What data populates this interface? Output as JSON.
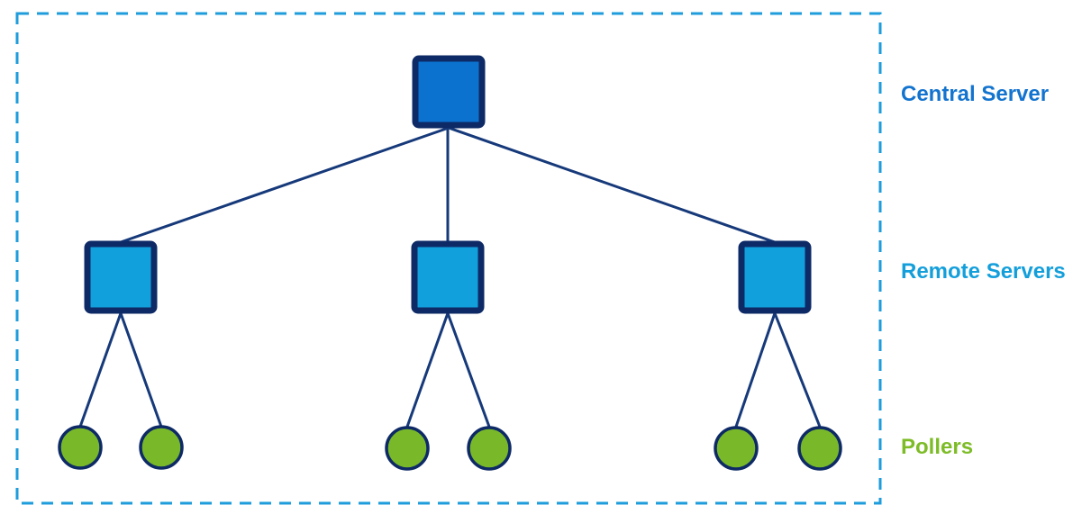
{
  "diagram": {
    "type": "network-topology-tree",
    "levels": [
      {
        "id": "central-server",
        "label": "Central Server",
        "label_color": "#1374CF",
        "node_shape": "square",
        "node_fill": "#0B72D0",
        "count": 1
      },
      {
        "id": "remote-servers",
        "label": "Remote Servers",
        "label_color": "#149FDB",
        "node_shape": "square",
        "node_fill": "#12A0DC",
        "count": 3
      },
      {
        "id": "pollers",
        "label": "Pollers",
        "label_color": "#7DBC27",
        "node_shape": "circle",
        "node_fill": "#79B829",
        "count": 6
      }
    ],
    "connections": [
      {
        "from": "central-server",
        "to": "remote-server-1"
      },
      {
        "from": "central-server",
        "to": "remote-server-2"
      },
      {
        "from": "central-server",
        "to": "remote-server-3"
      },
      {
        "from": "remote-server-1",
        "to": "poller-1"
      },
      {
        "from": "remote-server-1",
        "to": "poller-2"
      },
      {
        "from": "remote-server-2",
        "to": "poller-3"
      },
      {
        "from": "remote-server-2",
        "to": "poller-4"
      },
      {
        "from": "remote-server-3",
        "to": "poller-5"
      },
      {
        "from": "remote-server-3",
        "to": "poller-6"
      }
    ],
    "colors": {
      "node_border": "#0E2A66",
      "connector": "#16397A",
      "boundary_dash": "#1E9CDB",
      "background": "#FFFFFF"
    }
  }
}
